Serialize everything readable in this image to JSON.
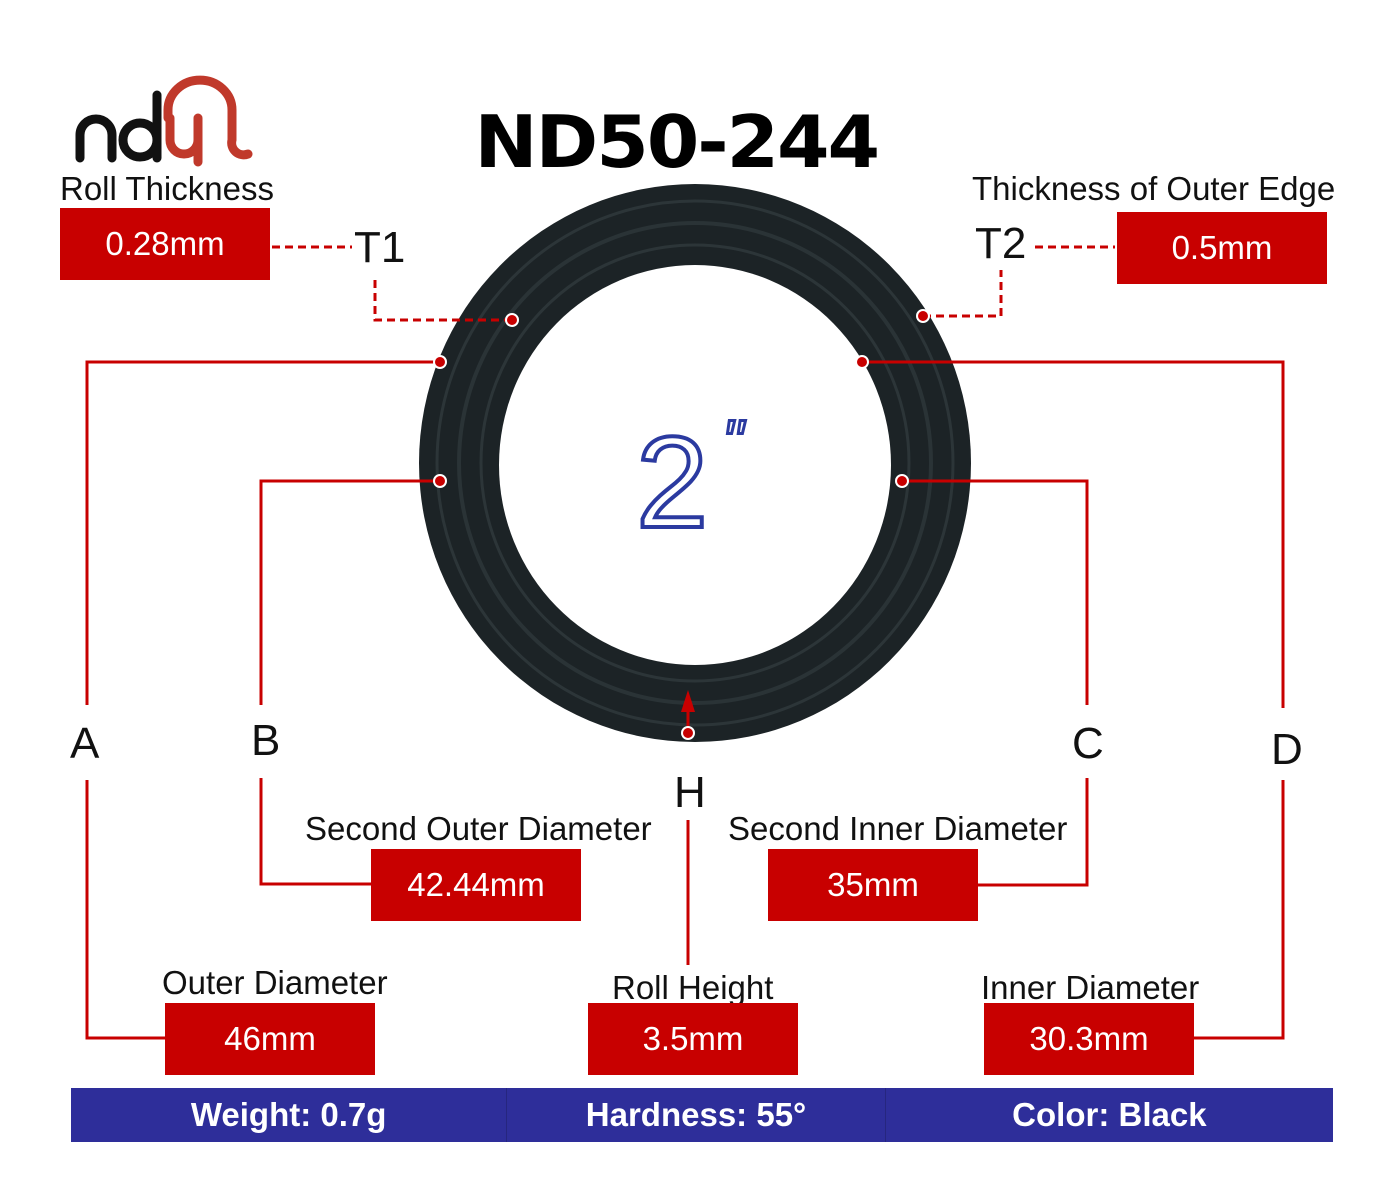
{
  "brand": {
    "logo_text": "ndyl"
  },
  "title": "ND50-244",
  "size_label": "2\"",
  "colors": {
    "red": "#c80000",
    "blue": "#2e2e9a",
    "ring": "#1c2326",
    "size_blue": "#2b3aa0"
  },
  "roll_thickness": {
    "label": "Roll Thickness",
    "value": "0.28mm",
    "tag": "T1"
  },
  "outer_edge": {
    "label": "Thickness of Outer Edge",
    "value": "0.5mm",
    "tag": "T2"
  },
  "letters": {
    "a": "A",
    "b": "B",
    "c": "C",
    "d": "D",
    "h": "H"
  },
  "second_outer": {
    "label": "Second Outer Diameter",
    "value": "42.44mm"
  },
  "second_inner": {
    "label": "Second Inner Diameter",
    "value": "35mm"
  },
  "outer_diameter": {
    "label": "Outer Diameter",
    "value": "46mm"
  },
  "roll_height": {
    "label": "Roll Height",
    "value": "3.5mm"
  },
  "inner_diameter": {
    "label": "Inner Diameter",
    "value": "30.3mm"
  },
  "specs": [
    {
      "text": "Weight:  0.7g"
    },
    {
      "text": "Hardness:  55°"
    },
    {
      "text": "Color:  Black"
    }
  ]
}
